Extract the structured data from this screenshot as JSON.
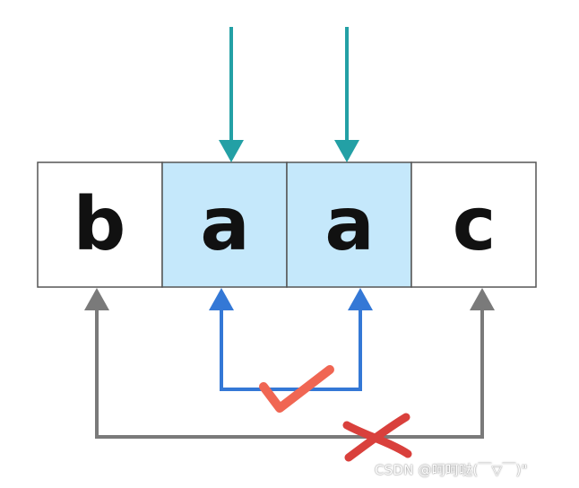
{
  "cells": [
    {
      "letter": "b",
      "highlighted": false
    },
    {
      "letter": "a",
      "highlighted": true
    },
    {
      "letter": "a",
      "highlighted": true
    },
    {
      "letter": "c",
      "highlighted": false
    }
  ],
  "colors": {
    "highlight_fill": "#c5e8fb",
    "cell_border": "#555555",
    "pointer_teal": "#23a0a5",
    "valid_link_blue": "#3478d6",
    "invalid_link_gray": "#7a7a7a",
    "check_red": "#f06653",
    "cross_red": "#d9403c"
  },
  "icons": {
    "valid_mark": "check-icon",
    "invalid_mark": "cross-icon"
  },
  "watermark": "CSDN @呵呵哒(￣▽￣)\""
}
